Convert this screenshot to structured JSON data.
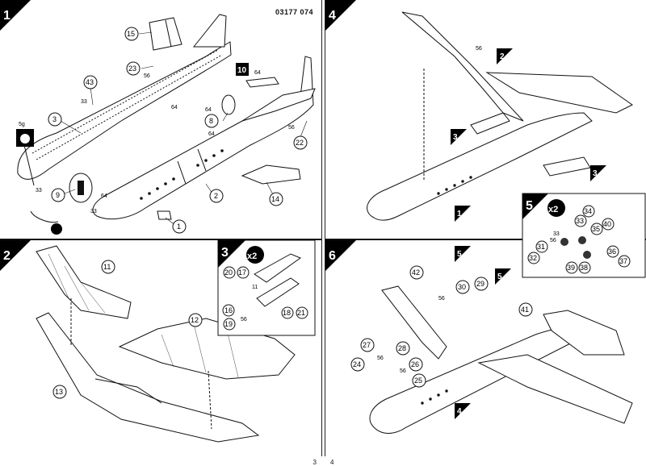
{
  "header": {
    "code": "03177  074"
  },
  "page_numbers": {
    "left": "3",
    "right": "4"
  },
  "steps": {
    "s1": "1",
    "s2": "2",
    "s3": "3",
    "s3x": "x2",
    "s4": "4",
    "s5": "5",
    "s5x": "x2",
    "s6": "6"
  },
  "callouts": {
    "c10": "10",
    "c2a": "2",
    "c3a": "3",
    "c3b": "3",
    "c1": "1",
    "c5a": "5",
    "c5b": "5",
    "c4": "4",
    "cBlack": "4"
  },
  "weight": "5g",
  "parts": {
    "p15": "15",
    "p23": "23",
    "p43": "43",
    "p3": "3",
    "p8": "8",
    "p22": "22",
    "p9": "9",
    "p2": "2",
    "p14": "14",
    "p1": "1",
    "p11": "11",
    "p12": "12",
    "p13": "13",
    "p20": "20",
    "p17": "17",
    "p16": "16",
    "p19": "19",
    "p18": "18",
    "p21": "21",
    "p34": "34",
    "p33": "33",
    "p40": "40",
    "p35": "35",
    "p31": "31",
    "p32": "32",
    "p36": "36",
    "p37": "37",
    "p39": "39",
    "p38": "38",
    "p42": "42",
    "p30": "30",
    "p29": "29",
    "p41": "41",
    "p27": "27",
    "p28": "28",
    "p24": "24",
    "p26": "26",
    "p25": "25"
  },
  "glue": {
    "g33a": "33",
    "g56a": "56",
    "g64a": "64",
    "g64b": "64",
    "g64c": "64",
    "g64d": "64",
    "g64e": "64",
    "g56b": "56",
    "g33b": "33",
    "g56c": "56",
    "g56d": "56",
    "g11": "11",
    "g56e": "56",
    "g33c": "33",
    "g56f": "56",
    "g56g": "56",
    "g33d": "33",
    "g56h": "56"
  }
}
